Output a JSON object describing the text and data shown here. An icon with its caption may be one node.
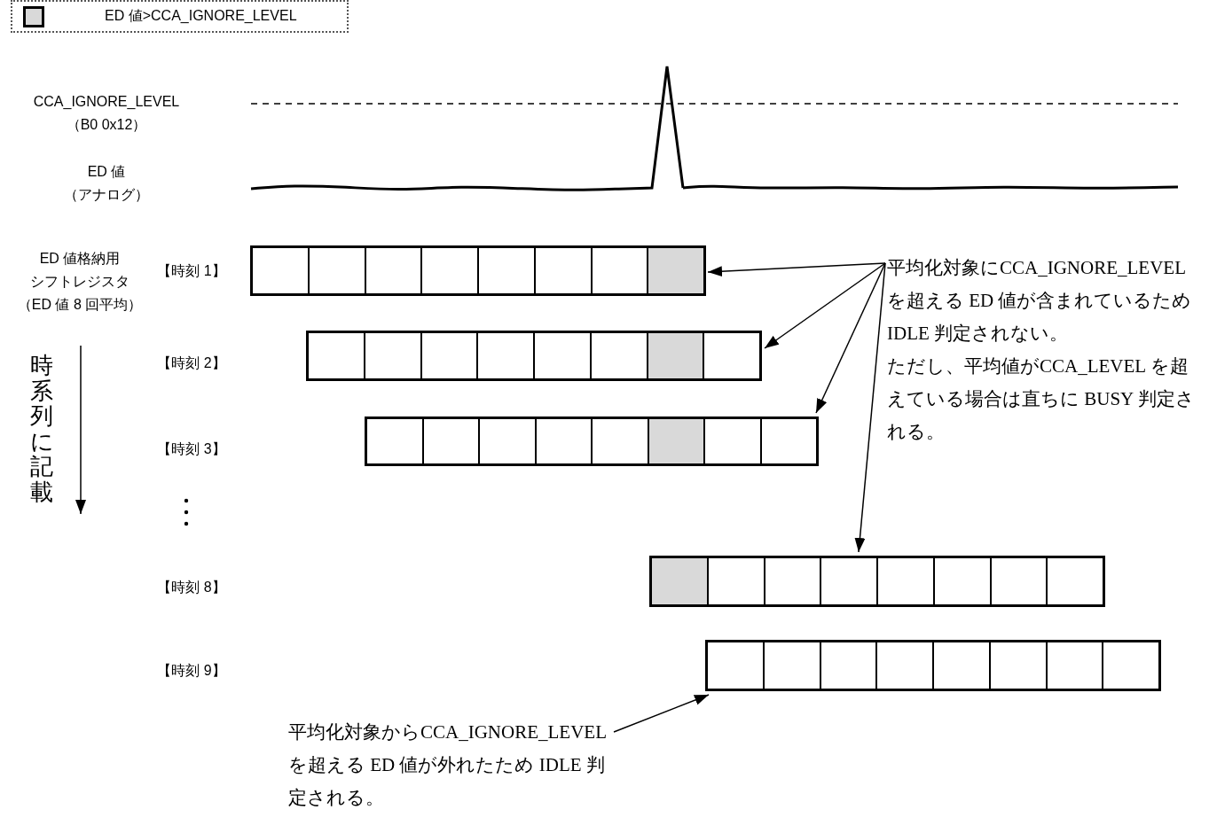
{
  "diagram": {
    "nodes": [
      {
        "text": [],
        "shape": "box"
      },
      {
        "text": [
          "平均化対象にCCA_IGNORE_LEVEL を超える ED 値が含まれているためIDLE 判定されない。",
          "ただし、平均値がCCA_LEVEL を超えている場合は直ちに BUSY 判定される。"
        ]
      },
      {
        "text": [],
        "shape": "box"
      },
      {
        "text": [],
        "shape": "box"
      },
      {
        "text": [],
        "shape": "box"
      },
      {
        "text": [],
        "shape": "box"
      },
      {
        "text": [
          "平均化対象からCCA_IGNORE_LEVEL を超える ED 値が外れたため IDLE 判定される。"
        ]
      }
    ],
    "edges": [
      {
        "from": 1,
        "to": 0,
        "arrow": "to"
      },
      {
        "from": 1,
        "to": 2,
        "arrow": "to"
      },
      {
        "from": 1,
        "to": 3,
        "arrow": "to"
      },
      {
        "from": 1,
        "to": 4,
        "arrow": "to"
      },
      {
        "from": 6,
        "to": 5,
        "arrow": "to"
      }
    ],
    "labels": [
      "CCA_IGNORE_LEVEL",
      "（B0 0x12）",
      "ED 値",
      "（アナログ）",
      "ED 値格納用",
      "シフトレジスタ",
      "（ED 値 8 回平均）",
      "【時刻 1】",
      "【時刻 2】",
      "時系列に記載",
      "【時刻 3】",
      "【時刻 8】",
      "【時刻 9】"
    ],
    "legend": [
      {
        "text": "ED 値>CCA_IGNORE_LEVEL",
        "color": "#d9d9d9"
      }
    ]
  }
}
